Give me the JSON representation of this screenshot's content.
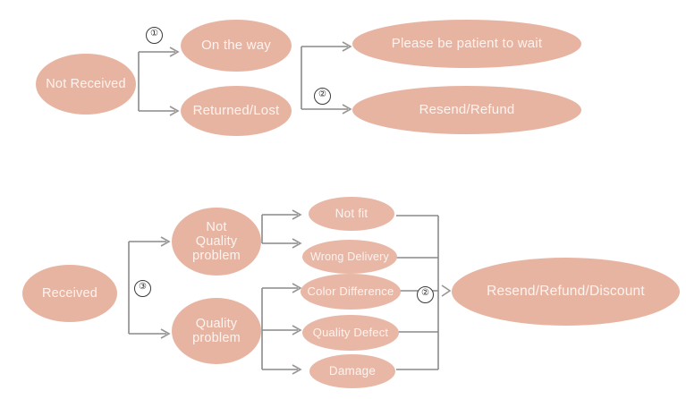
{
  "diagram": {
    "title": "Order issue resolution flowchart",
    "accent_fill": "#e8b4a2",
    "text_color": "#fdf3ef",
    "connector_color": "#8a8a8a"
  },
  "top_flow": {
    "start": {
      "label": "Not Received"
    },
    "branches": [
      {
        "label": "On the way"
      },
      {
        "label": "Returned/Lost"
      }
    ],
    "outcomes": [
      {
        "label": "Please be patient to wait"
      },
      {
        "label": "Resend/Refund"
      }
    ],
    "markers": [
      {
        "label": "①"
      },
      {
        "label": "②"
      }
    ]
  },
  "bottom_flow": {
    "start": {
      "label": "Received"
    },
    "branches": [
      {
        "label": "Not\nQuality\nproblem"
      },
      {
        "label": "Quality\nproblem"
      }
    ],
    "reasons": [
      {
        "label": "Not fit"
      },
      {
        "label": "Wrong Delivery"
      },
      {
        "label": "Color Difference"
      },
      {
        "label": "Quality Defect"
      },
      {
        "label": "Damage"
      }
    ],
    "outcome": {
      "label": "Resend/Refund/Discount"
    },
    "markers": [
      {
        "label": "③"
      },
      {
        "label": "②"
      }
    ]
  }
}
